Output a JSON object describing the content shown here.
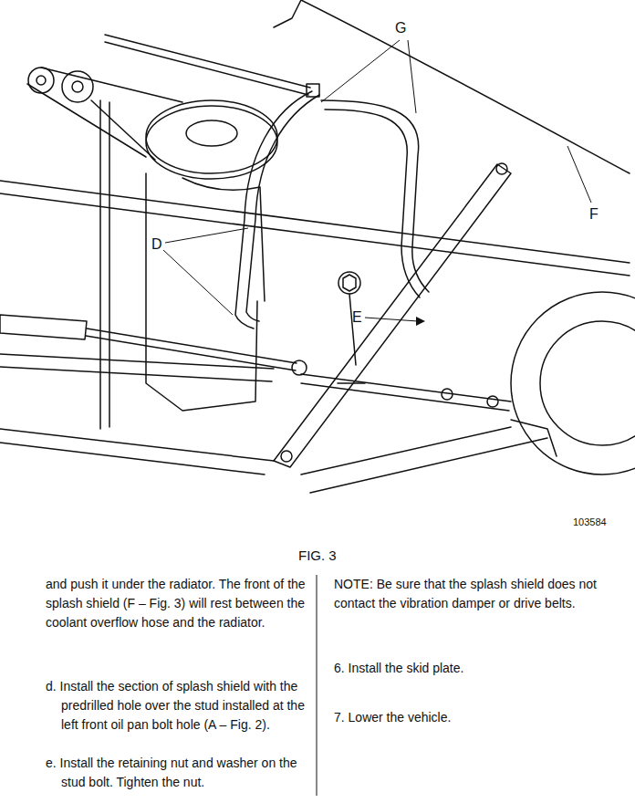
{
  "diagram": {
    "caption": "FIG. 3",
    "labels": [
      "G",
      "F",
      "D",
      "E",
      "103584",
      "and push it under the radiator. The front of the splash shield (F – Fig. 3) will rest between the coolant overflow hose and the radiator.",
      "d. Install the section of splash shield with the predrilled hole over the stud installed at the left front oil pan bolt hole (A – Fig. 2).",
      "e. Install the retaining nut and washer on the stud bolt. Tighten the nut.",
      "NOTE: Be sure that the splash shield does not contact the vibration damper or drive belts.",
      "6. Install the skid plate.",
      "7. Lower the vehicle."
    ]
  }
}
